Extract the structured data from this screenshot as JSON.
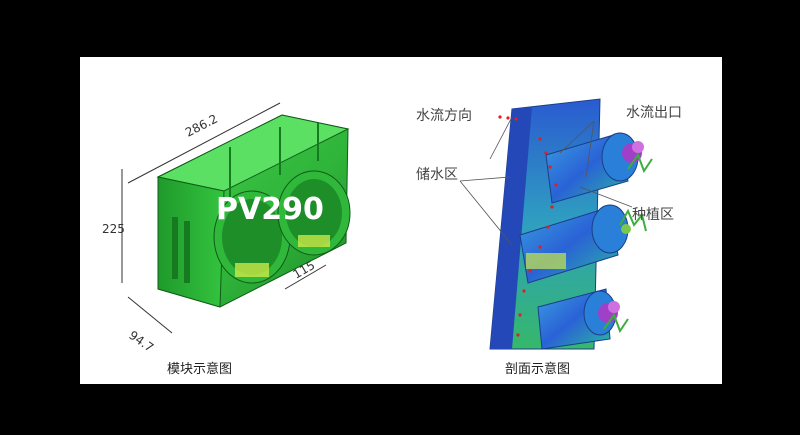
{
  "module": {
    "title": "PV290",
    "dim_width": "286.2",
    "dim_height": "225",
    "dim_depth": "94.7",
    "dim_pot": "115",
    "caption": "模块示意图"
  },
  "section": {
    "label_flow_direction": "水流方向",
    "label_outlet": "水流出口",
    "label_storage": "储水区",
    "label_planting": "种植区",
    "caption": "剖面示意图"
  },
  "colors": {
    "body_green": "#2fbf3a",
    "body_dark": "#167a1f",
    "pot_blue": "#2a62d6",
    "highlight_yellow": "#c9e84a",
    "flow_red": "#e02020",
    "flower_purple": "#a040c8"
  }
}
